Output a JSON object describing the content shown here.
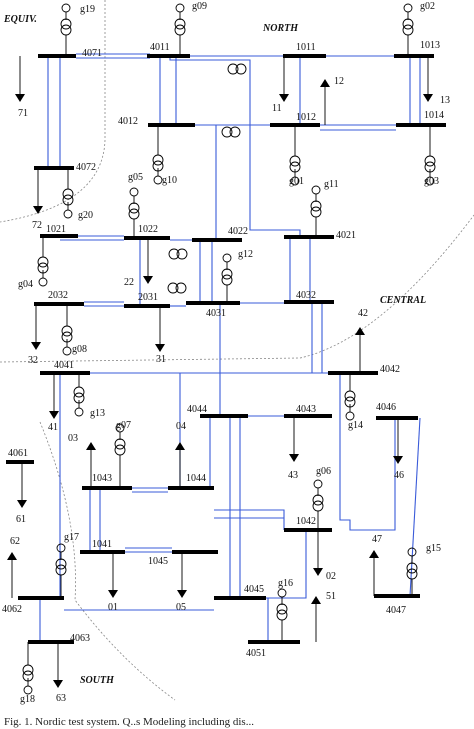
{
  "regions": {
    "equiv": "EQUIV.",
    "north": "NORTH",
    "central": "CENTRAL",
    "south": "SOUTH"
  },
  "buses": [
    "4071",
    "4011",
    "1011",
    "1013",
    "4012",
    "1012",
    "1014",
    "4072",
    "1021",
    "1022",
    "4022",
    "4021",
    "2032",
    "2031",
    "4031",
    "4032",
    "4041",
    "4042",
    "4044",
    "4043",
    "4046",
    "4061",
    "1043",
    "1044",
    "1041",
    "1045",
    "1042",
    "4062",
    "4063",
    "4045",
    "4051",
    "4047"
  ],
  "generators": [
    "g19",
    "g09",
    "g02",
    "g05",
    "g10",
    "g01",
    "g11",
    "g03",
    "g20",
    "g04",
    "g12",
    "g08",
    "g13",
    "g07",
    "g14",
    "g06",
    "g17",
    "g15",
    "g16",
    "g18"
  ],
  "loads": [
    "71",
    "72",
    "11",
    "12",
    "13",
    "22",
    "32",
    "31",
    "42",
    "41",
    "03",
    "04",
    "43",
    "46",
    "61",
    "62",
    "01",
    "05",
    "02",
    "47",
    "51",
    "63"
  ],
  "caption": "Fig. 1.   Nordic test system. Q..s Modeling including dis..."
}
